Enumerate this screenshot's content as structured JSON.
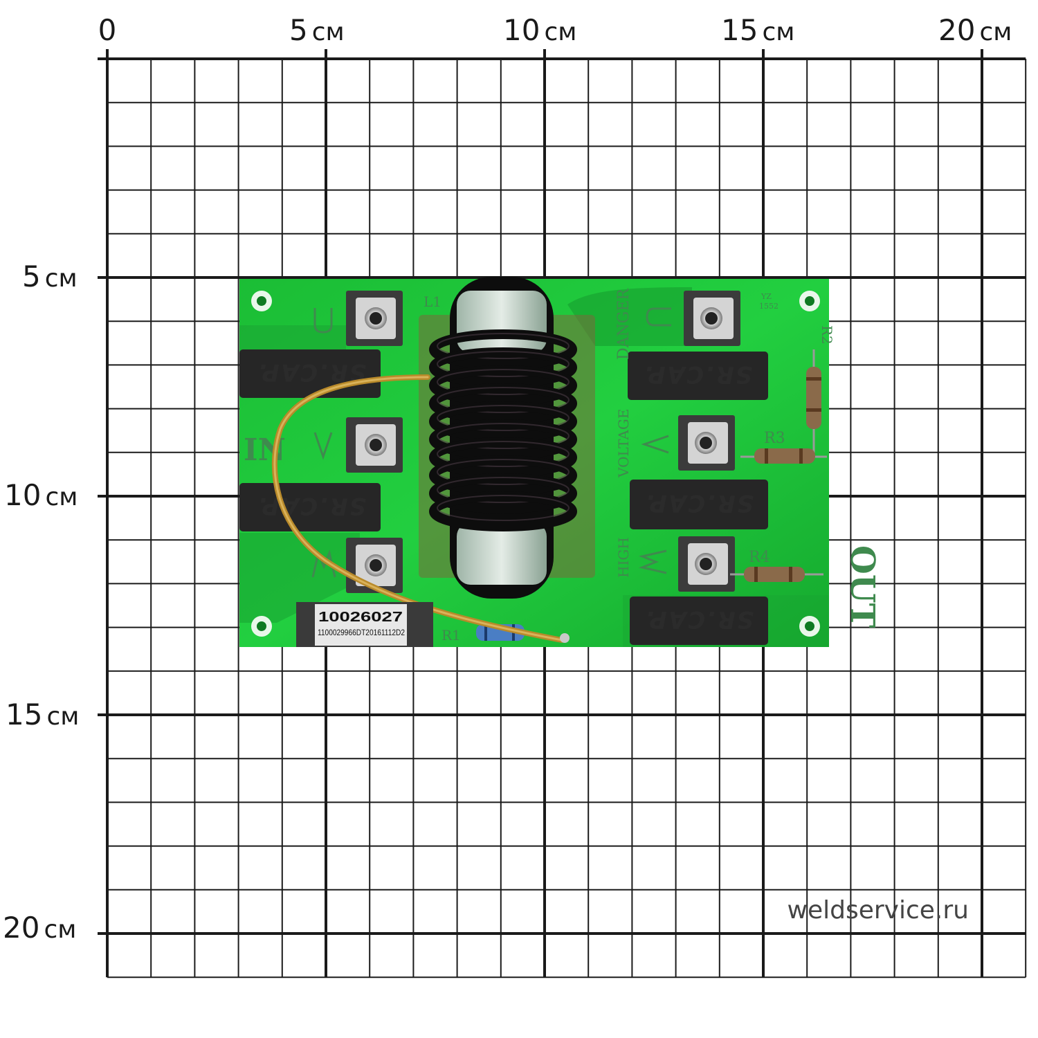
{
  "ruler": {
    "unit": "см",
    "top_marks": [
      {
        "value": "0",
        "unit": ""
      },
      {
        "value": "5",
        "unit": "см"
      },
      {
        "value": "10",
        "unit": "см"
      },
      {
        "value": "15",
        "unit": "см"
      },
      {
        "value": "20",
        "unit": "см"
      }
    ],
    "left_marks": [
      {
        "value": "5",
        "unit": "см"
      },
      {
        "value": "10",
        "unit": "см"
      },
      {
        "value": "15",
        "unit": "см"
      },
      {
        "value": "20",
        "unit": "см"
      }
    ]
  },
  "board": {
    "silkscreen": {
      "in": "IN",
      "out": "OUT",
      "danger": "DANGER",
      "voltage": "VOLTAGE",
      "high": "HIGH",
      "l1": "L1",
      "r1": "R1",
      "r2": "R2",
      "r3": "R3",
      "r4": "R4",
      "yz": "YZ",
      "yz_code": "1552"
    },
    "capacitors": [
      "SR.CAP.",
      "SR.CAP.",
      "SR.CAP.",
      "SR.CAP.",
      "SR.CAP."
    ],
    "sticker": {
      "part_number": "10026027",
      "serial": "1100029966DT20161112D2"
    }
  },
  "watermark": "weldservice.ru",
  "colors": {
    "pcb": "#1fc43a",
    "grid": "#1a1a1a",
    "capacitor": "#2a2a2a",
    "terminal": "#3a3a3a",
    "wire": "#b98a2a",
    "coil": "#0d0d0d"
  }
}
